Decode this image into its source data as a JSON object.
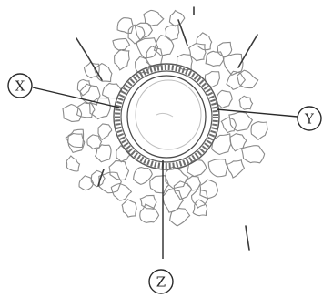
{
  "diagram": {
    "labels": {
      "x": "X",
      "y": "Y",
      "z": "Z"
    },
    "colors": {
      "ink": "#2a2a2a",
      "cells": "#8a8a8a",
      "zone": "#6e6e6e",
      "background": "#ffffff"
    }
  }
}
